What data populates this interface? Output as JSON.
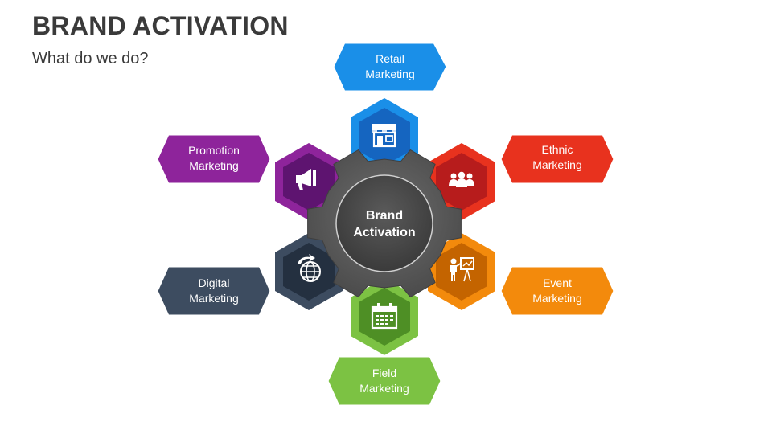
{
  "title": "BRAND ACTIVATION",
  "subtitle": "What do we do?",
  "center": {
    "line1": "Brand",
    "line2": "Activation"
  },
  "items": [
    {
      "line1": "Retail",
      "line2": "Marketing",
      "color": "#1a8fe8",
      "dark": "#1565c0",
      "icon": "storefront-icon"
    },
    {
      "line1": "Ethnic",
      "line2": "Marketing",
      "color": "#e8321e",
      "dark": "#b71c1c",
      "icon": "people-group-icon"
    },
    {
      "line1": "Event",
      "line2": "Marketing",
      "color": "#f38a0c",
      "dark": "#c46400",
      "icon": "presenter-board-icon"
    },
    {
      "line1": "Field",
      "line2": "Marketing",
      "color": "#7cc243",
      "dark": "#4e8f25",
      "icon": "calendar-icon"
    },
    {
      "line1": "Digital",
      "line2": "Marketing",
      "color": "#3d4c60",
      "dark": "#243040",
      "icon": "globe-arrow-icon"
    },
    {
      "line1": "Promotion",
      "line2": "Marketing",
      "color": "#8e249b",
      "dark": "#5e1470",
      "icon": "megaphone-icon"
    }
  ]
}
